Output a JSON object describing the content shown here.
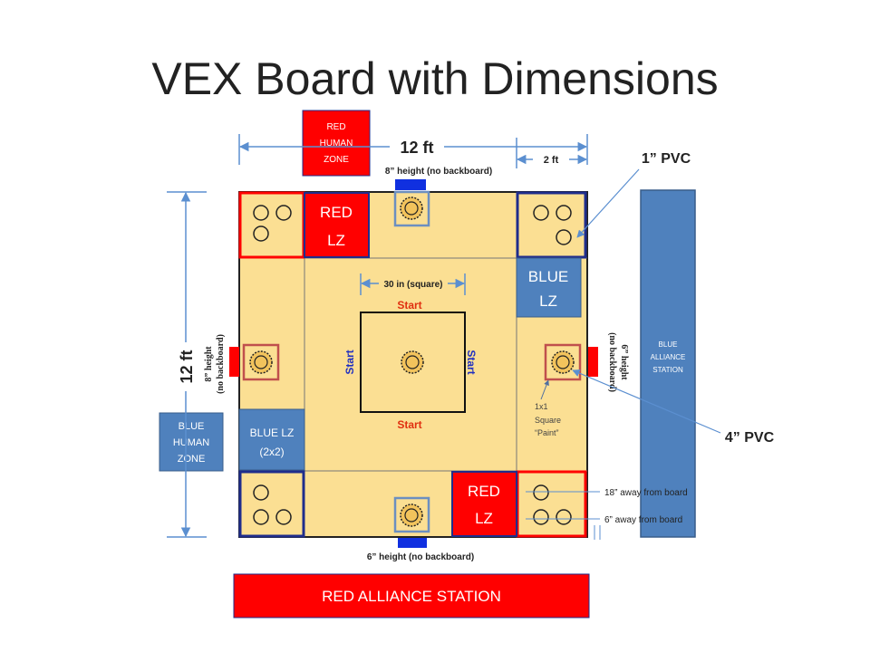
{
  "title": "VEX Board with Dimensions",
  "colors": {
    "field": "#fbdf93",
    "red": "#ff0000",
    "blue_zone": "#4f81bd",
    "blue_outline": "#1f2d8c",
    "dim_line": "#5b8fd0",
    "goal_outline": "#c0504d",
    "goal_fill": "#f2c35c",
    "post_blue": "#1030e0",
    "start_red": "#e03010",
    "start_blue": "#2030c0"
  },
  "labels": {
    "red_human_zone": [
      "RED",
      "HUMAN",
      "ZONE"
    ],
    "blue_human_zone": [
      "BLUE",
      "HUMAN",
      "ZONE"
    ],
    "blue_alliance_station": [
      "BLUE",
      "ALLIANCE",
      "STATION"
    ],
    "red_alliance_station": "RED ALLIANCE STATION",
    "red_lz_top": [
      "RED",
      "LZ"
    ],
    "red_lz_bottom": [
      "RED",
      "LZ"
    ],
    "blue_lz_right": [
      "BLUE",
      "LZ"
    ],
    "blue_lz_left": [
      "BLUE LZ",
      "(2x2)"
    ],
    "start_top": "Start",
    "start_bottom": "Start",
    "start_left": "Start",
    "start_right": "Start",
    "square_dim": "30 in (square)",
    "width_dim": "12 ft",
    "height_dim": "12 ft",
    "two_ft": "2 ft",
    "top_goal_height": "8” height (no backboard)",
    "bottom_goal_height": "6” height (no backboard)",
    "left_goal_height": [
      "8” height",
      "(no backboard)"
    ],
    "right_goal_height": [
      "6” height",
      "(no backboard)"
    ],
    "paint_note": [
      "1x1",
      "Square",
      "“Paint”"
    ],
    "pvc_1": "1” PVC",
    "pvc_4": "4” PVC",
    "away_18": "18” away from board",
    "away_6": "6” away from board"
  }
}
